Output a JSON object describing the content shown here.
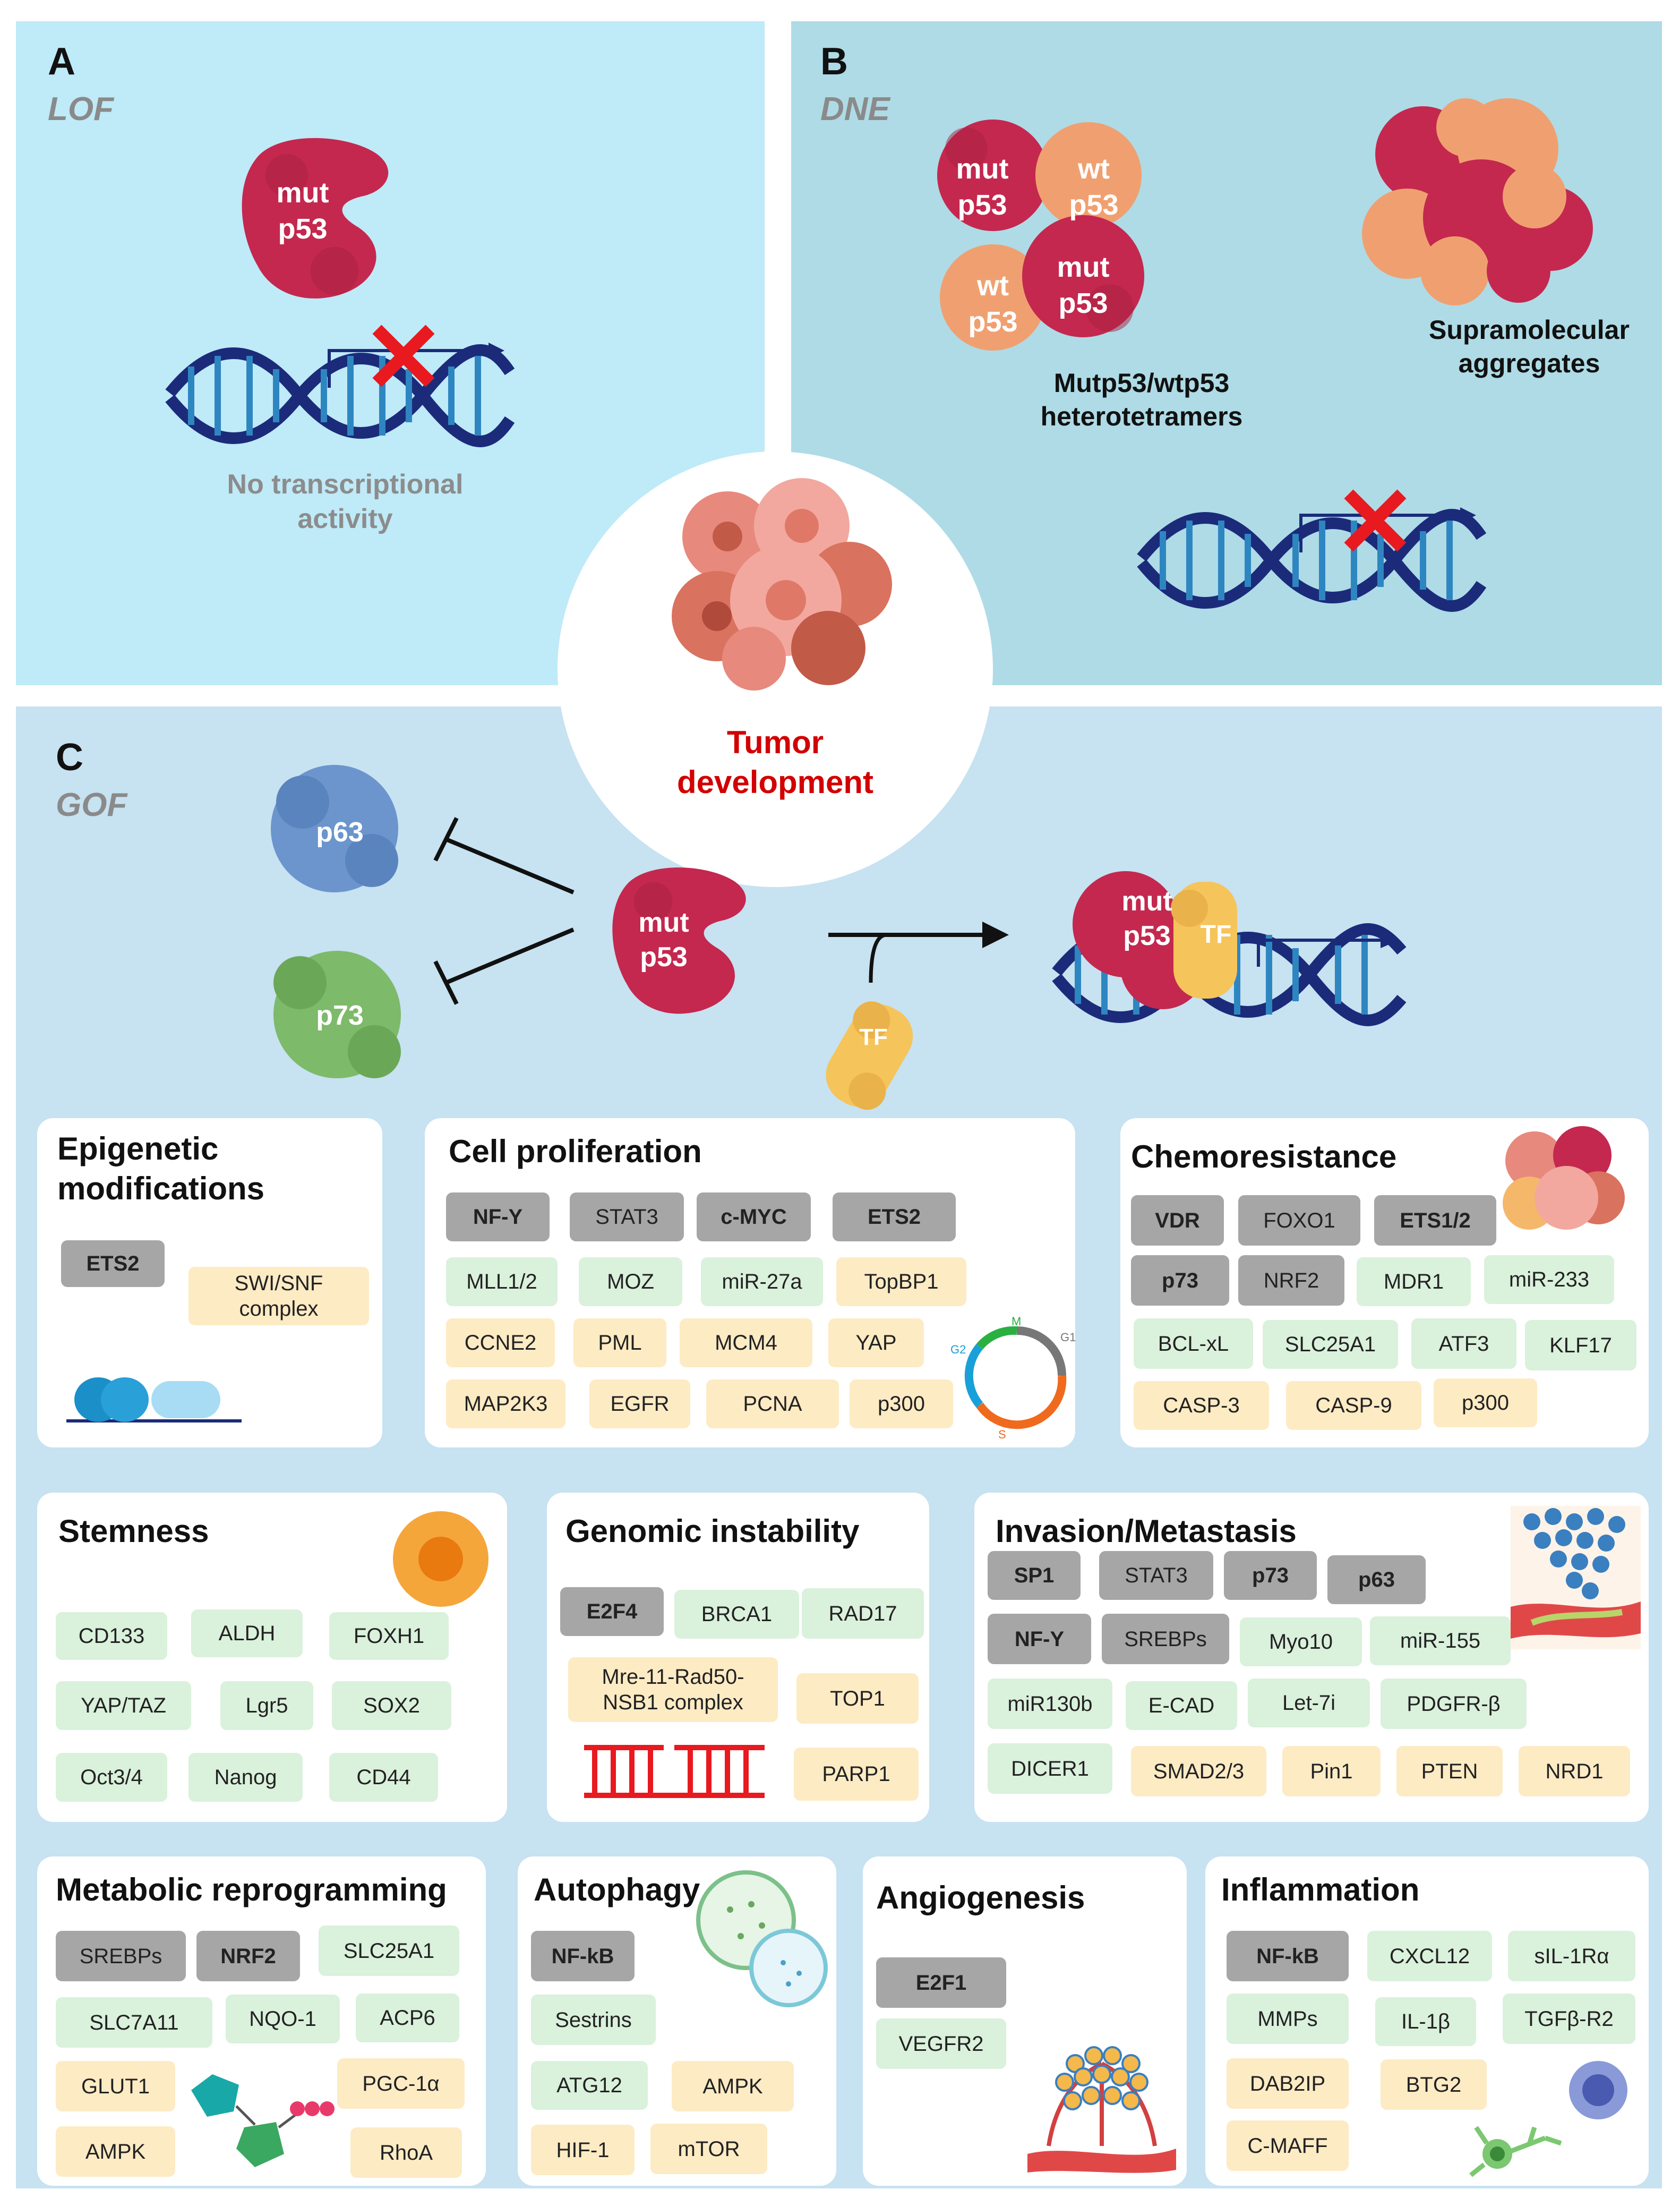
{
  "panel_a": {
    "letter": "A",
    "abbr": "LOF",
    "protein": "mut\np53",
    "caption": "No transcriptional\nactivity"
  },
  "panel_b": {
    "letter": "B",
    "abbr": "DNE",
    "mut1": "mut\np53",
    "wt1": "wt\np53",
    "wt2": "wt\np53",
    "mut2": "mut\np53",
    "hetero": "Mutp53/wtp53\nheterotetramers",
    "aggregates": "Supramolecular\naggregates"
  },
  "center": {
    "label": "Tumor\ndevelopment",
    "label_color": "#d20000"
  },
  "panel_c": {
    "letter": "C",
    "abbr": "GOF",
    "p63": "p63",
    "p73": "p73",
    "mut": "mut\np53",
    "tf1": "TF",
    "mut_complex": "mut\np53",
    "tf2": "TF"
  },
  "colors": {
    "gray": "#a7a6a6",
    "green": "#daf1dc",
    "yellow": "#fdebc4",
    "mut_p53": "#c4284f",
    "wt_p53": "#f0a070"
  },
  "cards": {
    "epigenetic": {
      "title": "Epigenetic\nmodifications",
      "items": [
        "ETS2",
        "SWI/SNF\ncomplex"
      ]
    },
    "proliferation": {
      "title": "Cell proliferation",
      "items": [
        "NF-Y",
        "STAT3",
        "c-MYC",
        "ETS2",
        "MLL1/2",
        "MOZ",
        "miR-27a",
        "TopBP1",
        "CCNE2",
        "PML",
        "MCM4",
        "YAP",
        "MAP2K3",
        "EGFR",
        "PCNA",
        "p300"
      ],
      "cycle": [
        "M",
        "G1",
        "G2",
        "S"
      ]
    },
    "chemo": {
      "title": "Chemoresistance",
      "items": [
        "VDR",
        "FOXO1",
        "ETS1/2",
        "p73",
        "NRF2",
        "MDR1",
        "miR-233",
        "BCL-xL",
        "SLC25A1",
        "ATF3",
        "KLF17",
        "CASP-3",
        "CASP-9",
        "p300"
      ]
    },
    "stemness": {
      "title": "Stemness",
      "items": [
        "CD133",
        "ALDH",
        "FOXH1",
        "YAP/TAZ",
        "Lgr5",
        "SOX2",
        "Oct3/4",
        "Nanog",
        "CD44"
      ]
    },
    "genomic": {
      "title": "Genomic instability",
      "items": [
        "E2F4",
        "BRCA1",
        "RAD17",
        "Mre-11-Rad50-\nNSB1 complex",
        "TOP1",
        "PARP1"
      ]
    },
    "invasion": {
      "title": "Invasion/Metastasis",
      "items": [
        "SP1",
        "STAT3",
        "p73",
        "p63",
        "NF-Y",
        "SREBPs",
        "Myo10",
        "miR-155",
        "miR130b",
        "E-CAD",
        "Let-7i",
        "PDGFR-β",
        "DICER1",
        "SMAD2/3",
        "Pin1",
        "PTEN",
        "NRD1"
      ]
    },
    "metabolic": {
      "title": "Metabolic reprogramming",
      "items": [
        "SREBPs",
        "NRF2",
        "SLC25A1",
        "SLC7A11",
        "NQO-1",
        "ACP6",
        "GLUT1",
        "PGC-1α",
        "AMPK",
        "RhoA"
      ]
    },
    "autophagy": {
      "title": "Autophagy",
      "items": [
        "NF-kB",
        "Sestrins",
        "ATG12",
        "AMPK",
        "HIF-1",
        "mTOR"
      ]
    },
    "angiogenesis": {
      "title": "Angiogenesis",
      "items": [
        "E2F1",
        "VEGFR2"
      ]
    },
    "inflammation": {
      "title": "Inflammation",
      "items": [
        "NF-kB",
        "CXCL12",
        "sIL-1Rα",
        "MMPs",
        "IL-1β",
        "TGFβ-R2",
        "DAB2IP",
        "BTG2",
        "C-MAFF"
      ]
    }
  }
}
